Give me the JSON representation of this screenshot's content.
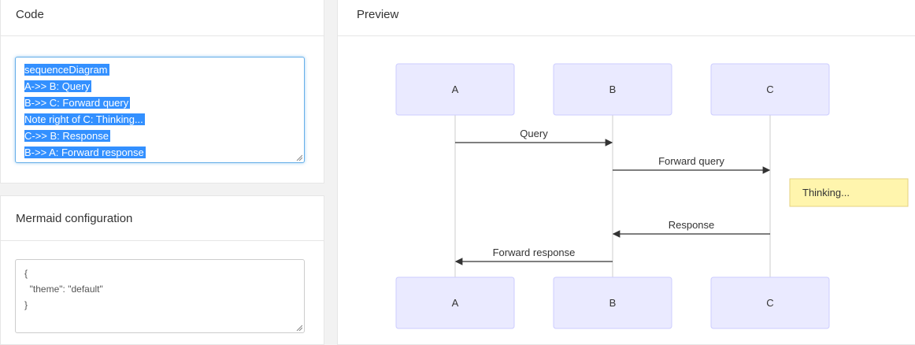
{
  "code_panel": {
    "title": "Code",
    "lines": [
      "sequenceDiagram",
      "A->> B: Query",
      "B->> C: Forward query",
      "Note right of C: Thinking...",
      "C->> B: Response",
      "B->> A: Forward response"
    ]
  },
  "config_panel": {
    "title": "Mermaid configuration",
    "value": "{\n  \"theme\": \"default\"\n}"
  },
  "preview_panel": {
    "title": "Preview",
    "participants": [
      "A",
      "B",
      "C"
    ],
    "messages": [
      {
        "from": "A",
        "to": "B",
        "text": "Query"
      },
      {
        "from": "B",
        "to": "C",
        "text": "Forward query"
      },
      {
        "from": "C",
        "to": "B",
        "text": "Response"
      },
      {
        "from": "B",
        "to": "A",
        "text": "Forward response"
      }
    ],
    "note": {
      "text": "Thinking..."
    }
  },
  "colors": {
    "actor_fill": "#eaeaff",
    "actor_stroke": "#ccccff",
    "note_fill": "#fff5ad",
    "note_stroke": "#e6d280",
    "selection": "#3390ff",
    "focus_border": "#66afe9"
  }
}
